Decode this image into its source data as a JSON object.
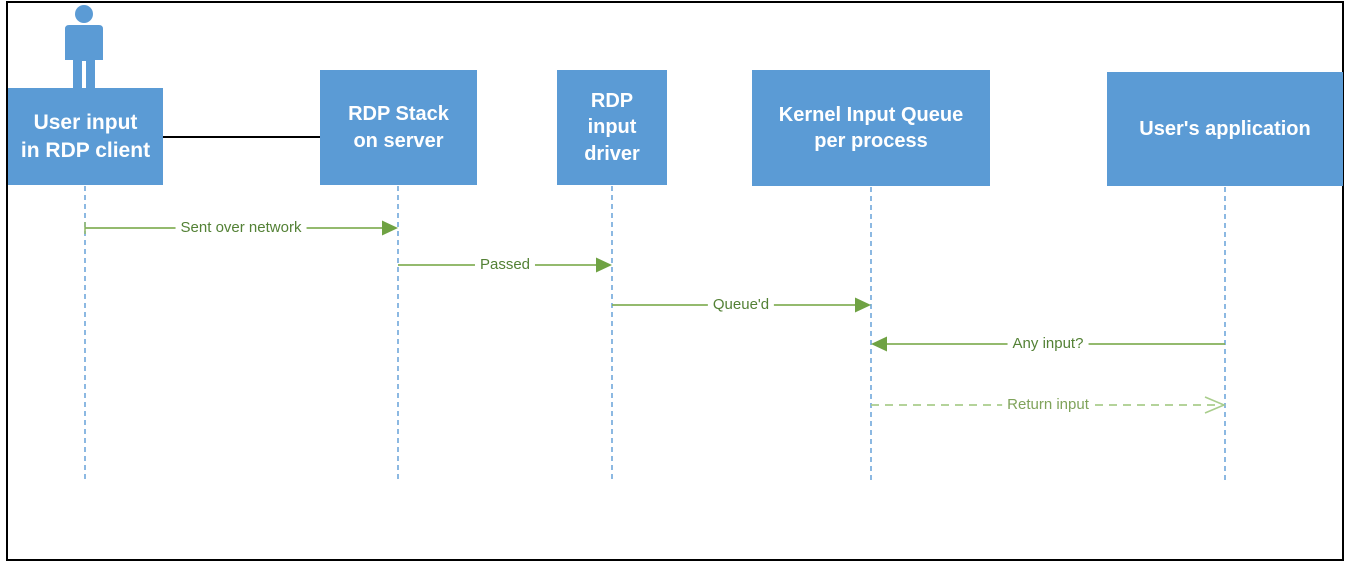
{
  "diagram": {
    "type": "sequence-diagram",
    "subject": "RDP user input flow"
  },
  "colors": {
    "background": "#FFFFFF",
    "frame_border": "#000000",
    "node_fill": "#5B9BD5",
    "node_text": "#FFFFFF",
    "lifeline": "#5B9BD5",
    "message_line": "#85B05A",
    "message_arrowhead": "#6FA243",
    "message_text": "#538135",
    "return_message_line": "#A9CD8C",
    "association_line": "#000000"
  },
  "actors": [
    {
      "label": "User input\nin RDP client",
      "has_person_icon": true
    },
    {
      "label": "RDP Stack\non server",
      "has_person_icon": false
    },
    {
      "label": "RDP\ninput\ndriver",
      "has_person_icon": false
    },
    {
      "label": "Kernel Input Queue\nper process",
      "has_person_icon": false
    },
    {
      "label": "User's application",
      "has_person_icon": false
    }
  ],
  "messages": [
    {
      "label": "Sent over network",
      "from": "User input in RDP client",
      "to": "RDP Stack on server",
      "line": "solid",
      "arrowhead": "filled",
      "direction": "right"
    },
    {
      "label": "Passed",
      "from": "RDP Stack on server",
      "to": "RDP input driver",
      "line": "solid",
      "arrowhead": "filled",
      "direction": "right"
    },
    {
      "label": "Queue'd",
      "from": "RDP input driver",
      "to": "Kernel Input Queue per process",
      "line": "solid",
      "arrowhead": "filled",
      "direction": "right"
    },
    {
      "label": "Any input?",
      "from": "User's application",
      "to": "Kernel Input Queue per process",
      "line": "solid",
      "arrowhead": "filled",
      "direction": "left"
    },
    {
      "label": "Return input",
      "from": "Kernel Input Queue per process",
      "to": "User's application",
      "line": "dashed",
      "arrowhead": "open",
      "direction": "right"
    }
  ]
}
